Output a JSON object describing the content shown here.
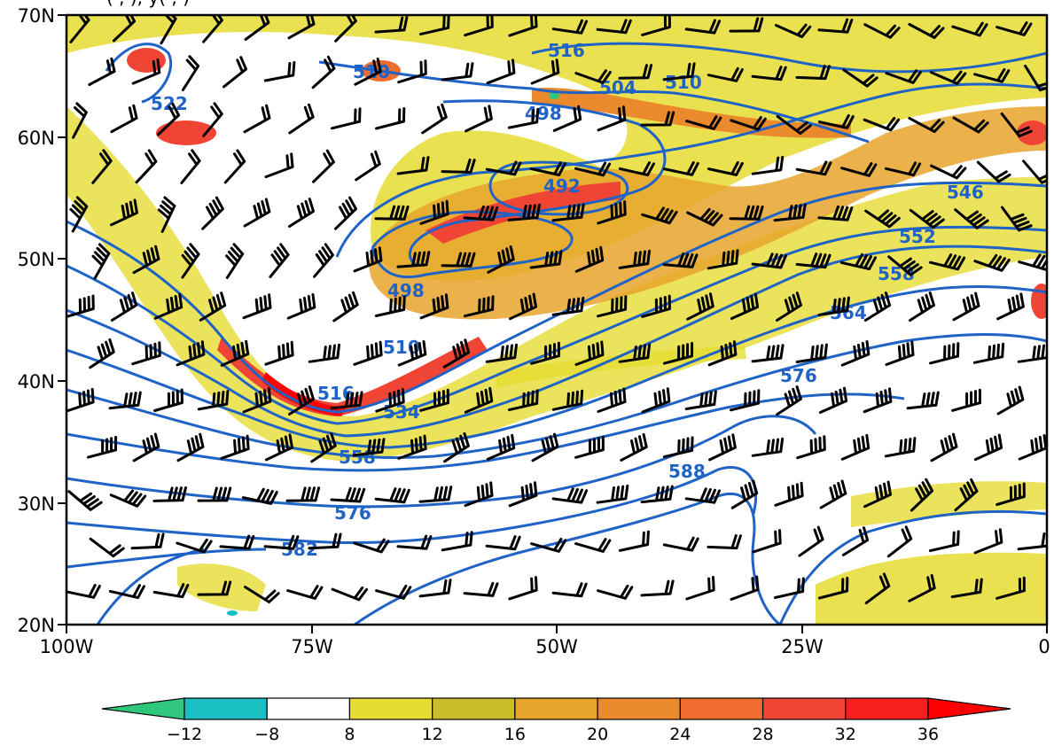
{
  "header": {
    "title_fragment": "( , ), y( , )"
  },
  "map": {
    "longitude_ticks": [
      "100W",
      "75W",
      "50W",
      "25W",
      "0"
    ],
    "latitude_ticks": [
      "70N",
      "60N",
      "50N",
      "40N",
      "30N",
      "20N"
    ],
    "extent": {
      "lon_min": -100,
      "lon_max": 0,
      "lat_min": 20,
      "lat_max": 70
    },
    "contour_color": "#1f63c6",
    "contour_labels": [
      "516",
      "510",
      "504",
      "510",
      "498",
      "522",
      "492",
      "546",
      "552",
      "558",
      "498",
      "564",
      "510",
      "516",
      "534",
      "576",
      "558",
      "588",
      "576",
      "582"
    ]
  },
  "colorbar": {
    "labels": [
      "−12",
      "−8",
      "8",
      "12",
      "16",
      "20",
      "24",
      "28",
      "32",
      "36"
    ],
    "colors": [
      "#2ec77c",
      "#19bfc3",
      "#ffffff",
      "#e6dc32",
      "#c9bd2b",
      "#e8a52c",
      "#ea8a2c",
      "#ee6c2d",
      "#f04434",
      "#f61e1e",
      "#ff0000"
    ]
  }
}
